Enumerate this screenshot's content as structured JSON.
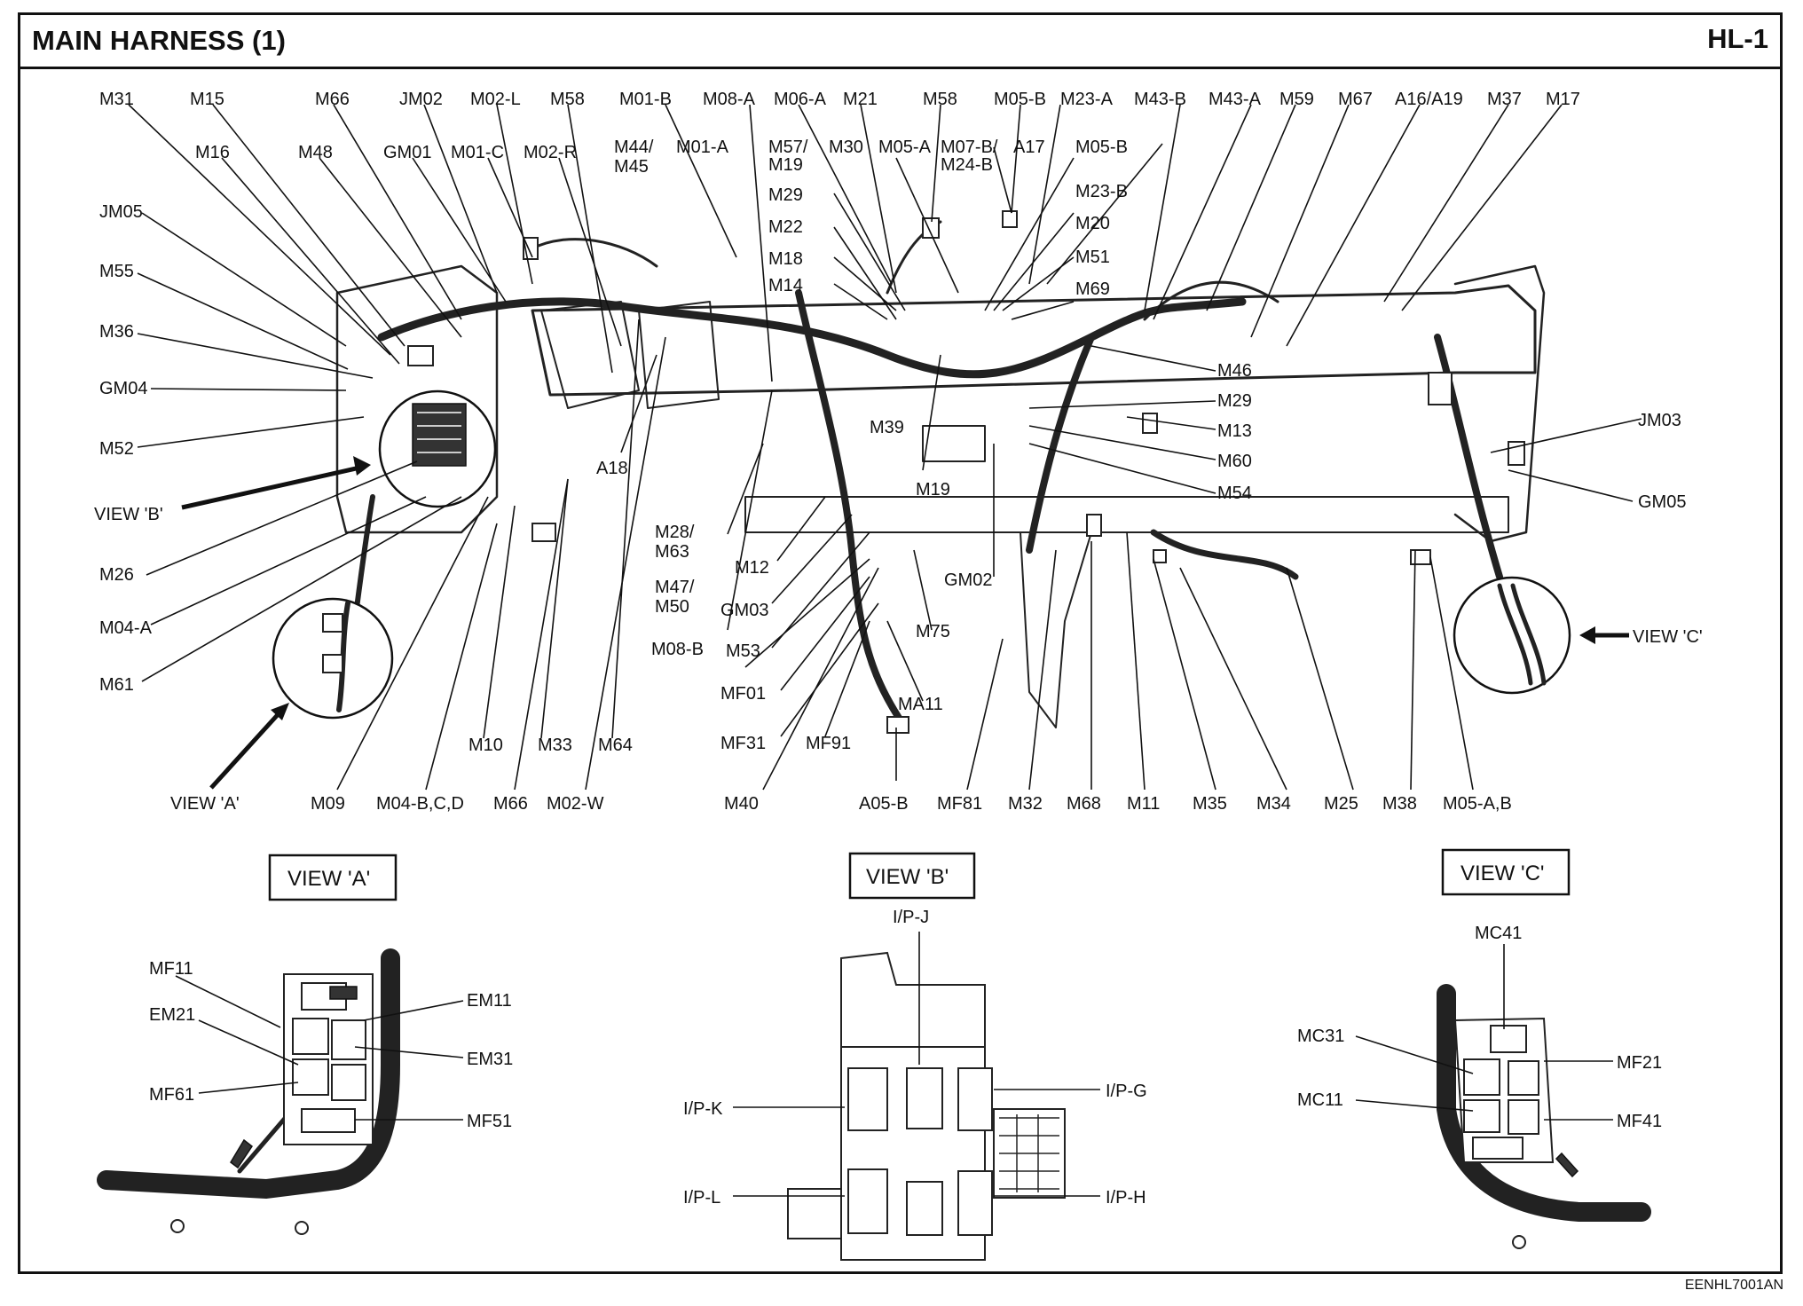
{
  "header": {
    "title": "MAIN HARNESS (1)",
    "code": "HL-1"
  },
  "footer": {
    "doc_id": "EENHL7001AN"
  },
  "views": {
    "a": "VIEW 'A'",
    "b": "VIEW 'B'",
    "c": "VIEW 'C'"
  },
  "labels": {
    "M31": "M31",
    "M15": "M15",
    "M66": "M66",
    "JM02": "JM02",
    "M02-L": "M02-L",
    "M58": "M58",
    "M01-B": "M01-B",
    "M08-A": "M08-A",
    "M06-A": "M06-A",
    "M21": "M21",
    "M58b": "M58",
    "M05-B": "M05-B",
    "M23-A": "M23-A",
    "M43-B": "M43-B",
    "M43-A": "M43-A",
    "M59": "M59",
    "M67": "M67",
    "A16/A19": "A16/A19",
    "M37": "M37",
    "M17": "M17",
    "M16": "M16",
    "M48": "M48",
    "GM01": "GM01",
    "M01-C": "M01-C",
    "M02-R": "M02-R",
    "M44/": "M44/",
    "M45": "M45",
    "M01-A": "M01-A",
    "M57/": "M57/",
    "M19top": "M19",
    "M30": "M30",
    "M05-A": "M05-A",
    "M07-B/": "M07-B/",
    "A17": "A17",
    "M24-B": "M24-B",
    "M05-Bb": "M05-B",
    "M29": "M29",
    "M23-B": "M23-B",
    "M22": "M22",
    "M20": "M20",
    "M18": "M18",
    "M51": "M51",
    "M14": "M14",
    "M69": "M69",
    "JM05": "JM05",
    "M55": "M55",
    "M36": "M36",
    "GM04": "GM04",
    "M52": "M52",
    "VIEW-B-arrow": "VIEW 'B'",
    "M26": "M26",
    "M04-A": "M04-A",
    "M61": "M61",
    "A18": "A18",
    "M39": "M39",
    "M46": "M46",
    "M29b": "M29",
    "M13": "M13",
    "M60": "M60",
    "JM03": "JM03",
    "M19": "M19",
    "M54": "M54",
    "GM05": "GM05",
    "M28/": "M28/",
    "M63": "M63",
    "M12": "M12",
    "M47/": "M47/",
    "M50": "M50",
    "GM02": "GM02",
    "GM03": "GM03",
    "M75": "M75",
    "M08-B": "M08-B",
    "M53": "M53",
    "VIEW-C-arrow": "VIEW 'C'",
    "MF01": "MF01",
    "MA11": "MA11",
    "MF31": "MF31",
    "MF91": "MF91",
    "M10": "M10",
    "M33": "M33",
    "M64": "M64",
    "VIEW-A-arrow": "VIEW 'A'",
    "M09": "M09",
    "M04-BCD": "M04-B,C,D",
    "M66b": "M66",
    "M02-W": "M02-W",
    "M40": "M40",
    "A05-B": "A05-B",
    "MF81": "MF81",
    "M32": "M32",
    "M68": "M68",
    "M11": "M11",
    "M35": "M35",
    "M34": "M34",
    "M25": "M25",
    "M38": "M38",
    "M05-AB": "M05-A,B",
    "MF11": "MF11",
    "EM21": "EM21",
    "EM11": "EM11",
    "EM31": "EM31",
    "MF61": "MF61",
    "MF51": "MF51",
    "I/P-J": "I/P-J",
    "I/P-K": "I/P-K",
    "I/P-G": "I/P-G",
    "I/P-L": "I/P-L",
    "I/P-H": "I/P-H",
    "MC41": "MC41",
    "MC31": "MC31",
    "MF21": "MF21",
    "MC11": "MC11",
    "MF41": "MF41"
  }
}
